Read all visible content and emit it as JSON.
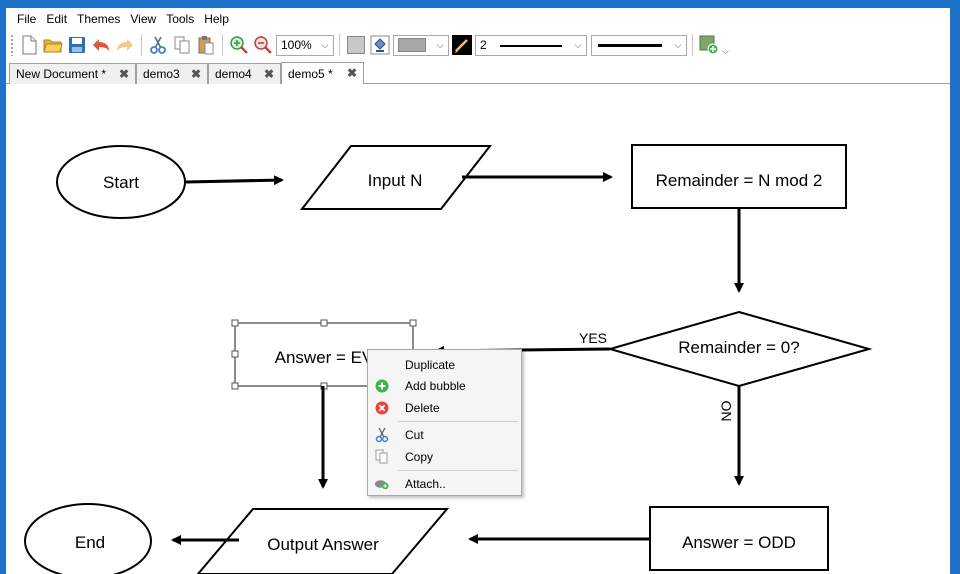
{
  "menu": [
    "File",
    "Edit",
    "Themes",
    "View",
    "Tools",
    "Help"
  ],
  "toolbar": {
    "zoom": "100%",
    "line_width": "2",
    "fill_color": "#c8c8c8",
    "stroke_color": "#000000",
    "icons": [
      "new-document-icon",
      "open-folder-icon",
      "save-icon",
      "undo-icon",
      "redo-icon",
      "cut-icon",
      "copy-icon",
      "paste-icon",
      "zoom-in-icon",
      "zoom-out-icon",
      "fill-color-icon",
      "paint-bucket-icon",
      "pen-color-icon",
      "add-shape-icon"
    ]
  },
  "tabs": [
    {
      "label": "New Document *",
      "active": false
    },
    {
      "label": "demo3",
      "active": false
    },
    {
      "label": "demo4",
      "active": false
    },
    {
      "label": "demo5 *",
      "active": true
    }
  ],
  "flowchart": {
    "start": "Start",
    "input": "Input N",
    "remainder": "Remainder = N mod 2",
    "decision": "Remainder = 0?",
    "yes": "YES",
    "no": "NO",
    "answer_even": "Answer = EV",
    "answer_odd": "Answer = ODD",
    "output": "Output Answer",
    "end": "End"
  },
  "context_menu": [
    {
      "label": "Duplicate",
      "icon": "none"
    },
    {
      "label": "Add bubble",
      "icon": "add-circle-icon"
    },
    {
      "label": "Delete",
      "icon": "delete-circle-icon"
    },
    {
      "label": "Cut",
      "icon": "cut-icon"
    },
    {
      "label": "Copy",
      "icon": "copy-icon"
    },
    {
      "label": "Attach..",
      "icon": "attach-icon"
    }
  ],
  "colors": {
    "accent": "#1e73c9",
    "add": "#3bb54a",
    "delete": "#e2463b"
  }
}
